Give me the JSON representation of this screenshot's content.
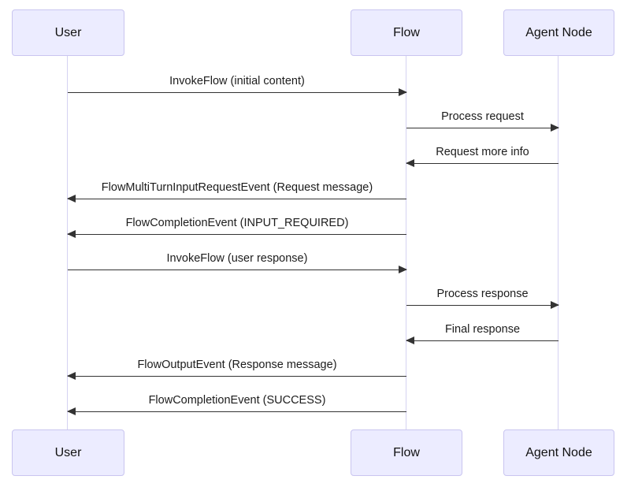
{
  "diagram_type": "sequence-diagram",
  "participants": [
    {
      "id": "user",
      "label": "User"
    },
    {
      "id": "flow",
      "label": "Flow"
    },
    {
      "id": "agent-node",
      "label": "Agent Node"
    }
  ],
  "messages": [
    {
      "from": "User",
      "to": "Flow",
      "direction": "right",
      "label": "InvokeFlow (initial content)"
    },
    {
      "from": "Flow",
      "to": "Agent Node",
      "direction": "right",
      "label": "Process request"
    },
    {
      "from": "Agent Node",
      "to": "Flow",
      "direction": "left",
      "label": "Request more info"
    },
    {
      "from": "Flow",
      "to": "User",
      "direction": "left",
      "label": "FlowMultiTurnInputRequestEvent (Request message)"
    },
    {
      "from": "Flow",
      "to": "User",
      "direction": "left",
      "label": "FlowCompletionEvent (INPUT_REQUIRED)"
    },
    {
      "from": "User",
      "to": "Flow",
      "direction": "right",
      "label": "InvokeFlow (user response)"
    },
    {
      "from": "Flow",
      "to": "Agent Node",
      "direction": "right",
      "label": "Process response"
    },
    {
      "from": "Agent Node",
      "to": "Flow",
      "direction": "left",
      "label": "Final response"
    },
    {
      "from": "Flow",
      "to": "User",
      "direction": "left",
      "label": "FlowOutputEvent (Response message)"
    },
    {
      "from": "Flow",
      "to": "User",
      "direction": "left",
      "label": "FlowCompletionEvent (SUCCESS)"
    }
  ],
  "colors": {
    "actor_fill": "#ECECFF",
    "actor_border": "#C9C5F0",
    "lifeline": "#D5D2F2",
    "arrow": "#333333",
    "text": "#1c1c1c",
    "background": "#ffffff"
  }
}
